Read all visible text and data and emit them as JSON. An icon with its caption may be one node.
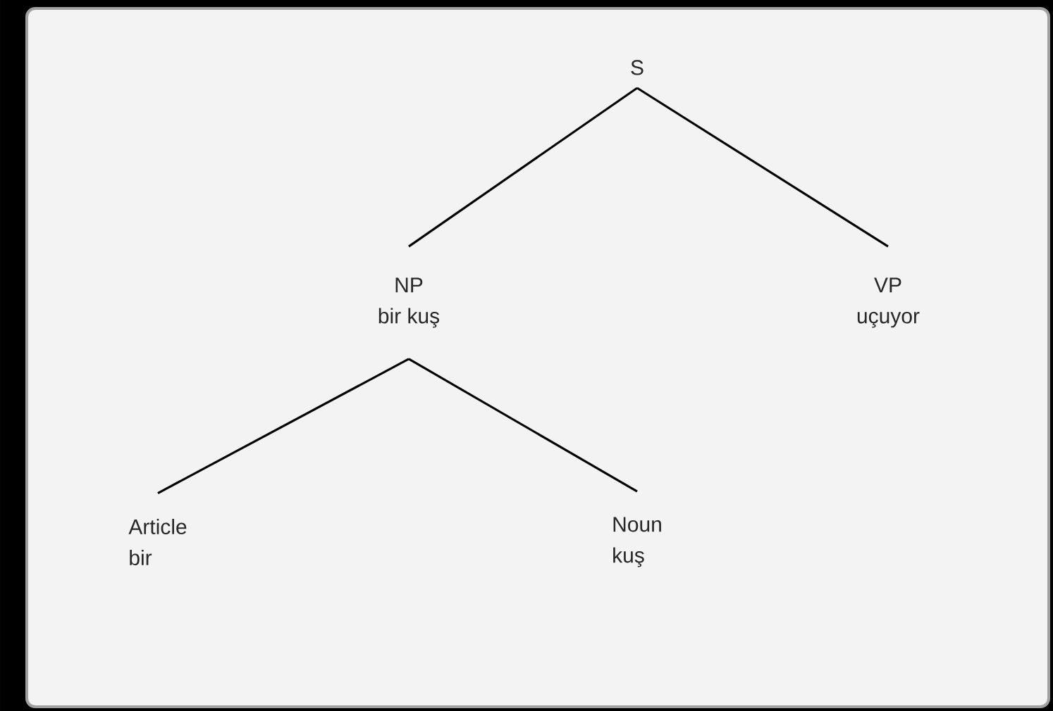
{
  "diagram": {
    "nodes": [
      {
        "text": [
          "S"
        ]
      },
      {
        "text": [
          "NP",
          "bir kuş"
        ]
      },
      {
        "text": [
          "VP",
          "uçuyor"
        ]
      },
      {
        "text": [
          "Article",
          "bir"
        ]
      },
      {
        "text": [
          "Noun",
          "kuş"
        ]
      }
    ],
    "edges": [
      {
        "from": 0,
        "to": 1,
        "arrow": "none"
      },
      {
        "from": 0,
        "to": 2,
        "arrow": "none"
      },
      {
        "from": 1,
        "to": 3,
        "arrow": "none"
      },
      {
        "from": 1,
        "to": 4,
        "arrow": "none"
      }
    ]
  }
}
